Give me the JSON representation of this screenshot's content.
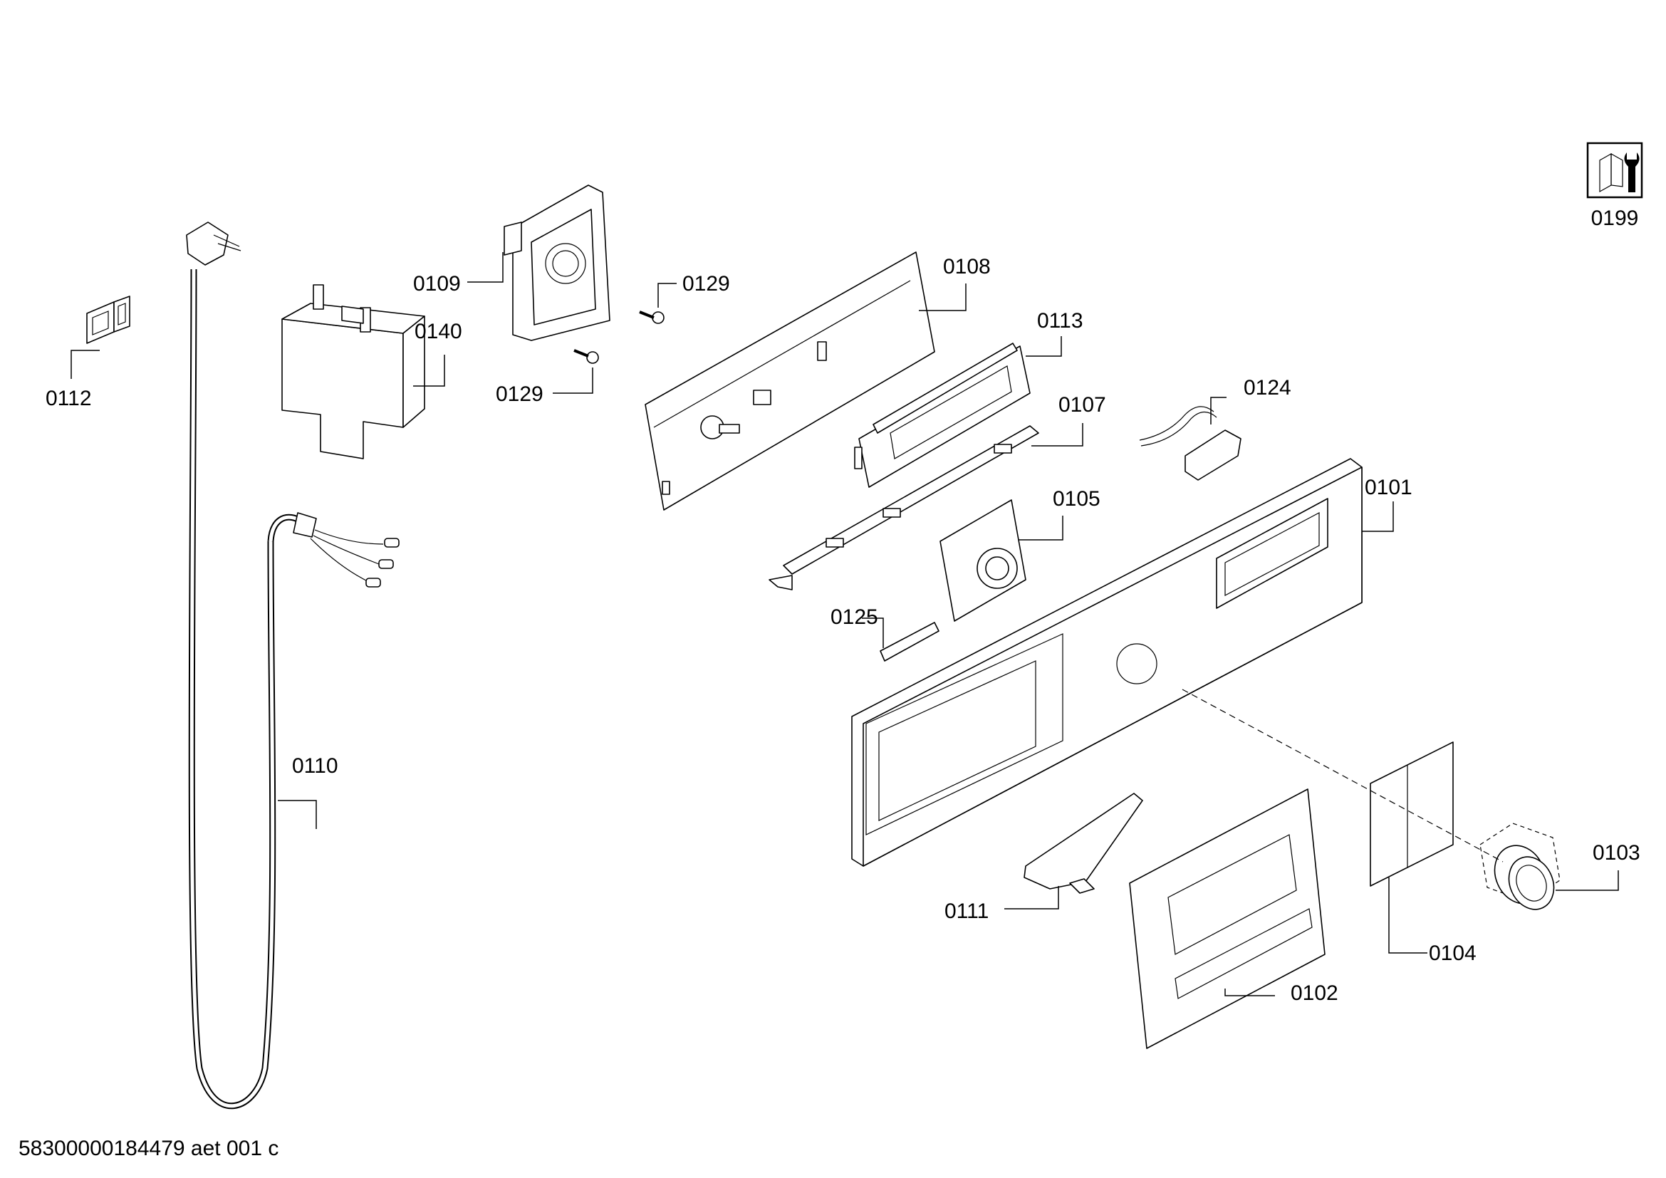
{
  "document_id": "58300000184479 aet 001 c",
  "tool_icon": {
    "icon": "nut-wrench-icon",
    "label": "0199"
  },
  "callouts": [
    "0112",
    "0140",
    "0109",
    "0129",
    "0129",
    "0108",
    "0113",
    "0124",
    "0107",
    "0105",
    "0101",
    "0125",
    "0110",
    "0111",
    "0103",
    "0104",
    "0102"
  ]
}
